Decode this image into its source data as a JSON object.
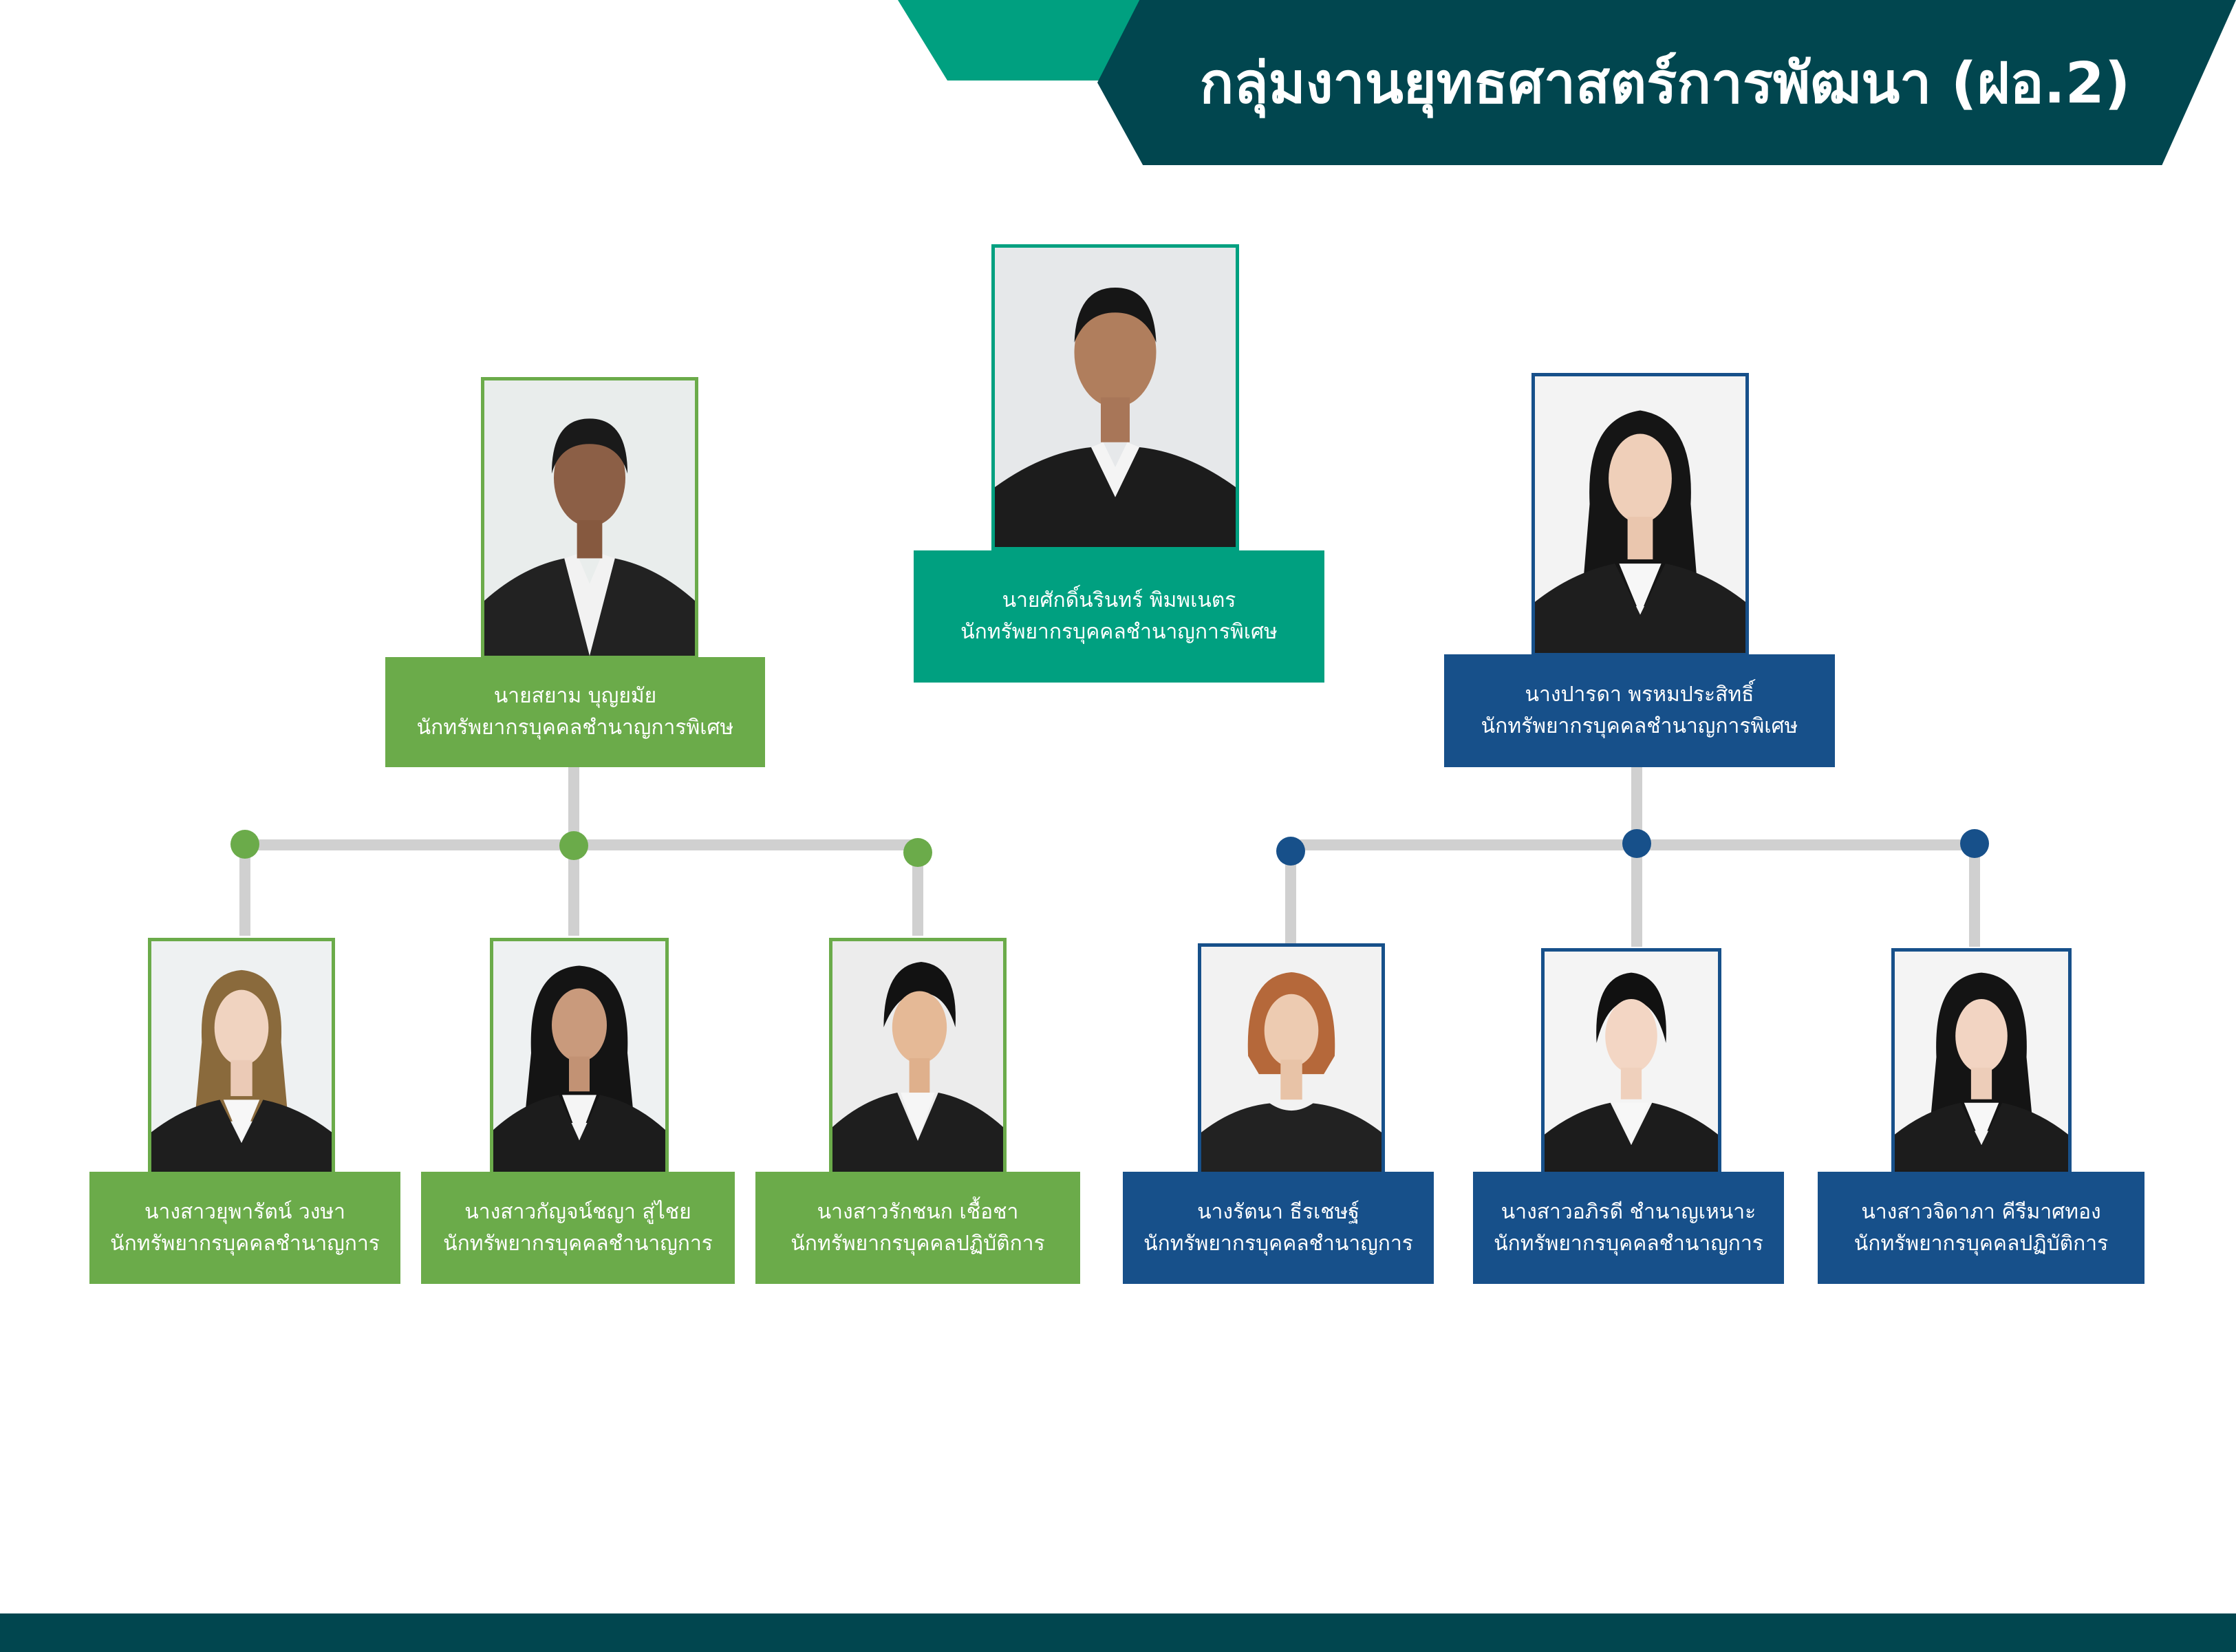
{
  "header": {
    "title": "กลุ่มงานยุทธศาสตร์การพัฒนา (ฝอ.2)"
  },
  "colors": {
    "banner": "#01464f",
    "banner_accent": "#00a080",
    "left_team": "#6bab4a",
    "head": "#00a080",
    "right_team": "#17508a",
    "connector": "#d0d0d0"
  },
  "head": {
    "name": "นายศักดิ์นรินทร์ พิมพเนตร",
    "position": "นักทรัพยากรบุคคลชำนาญการพิเศษ"
  },
  "left_team": {
    "leader": {
      "name": "นายสยาม บุญยมัย",
      "position": "นักทรัพยากรบุคคลชำนาญการพิเศษ"
    },
    "members": [
      {
        "name": "นางสาวยุพารัตน์ วงษา",
        "position": "นักทรัพยากรบุคคลชำนาญการ"
      },
      {
        "name": "นางสาวกัญจน์ชญา สู่ไชย",
        "position": "นักทรัพยากรบุคคลชำนาญการ"
      },
      {
        "name": "นางสาวรักชนก เชื้อชา",
        "position": "นักทรัพยากรบุคคลปฏิบัติการ"
      }
    ]
  },
  "right_team": {
    "leader": {
      "name": "นางปารดา พรหมประสิทธิ์",
      "position": "นักทรัพยากรบุคคลชำนาญการพิเศษ"
    },
    "members": [
      {
        "name": "นางรัตนา ธีรเชษฐ์",
        "position": "นักทรัพยากรบุคคลชำนาญการ"
      },
      {
        "name": "นางสาวอภิรดี ชำนาญเหนาะ",
        "position": "นักทรัพยากรบุคคลชำนาญการ"
      },
      {
        "name": "นางสาวจิดาภา คีรีมาศทอง",
        "position": "นักทรัพยากรบุคคลปฏิบัติการ"
      }
    ]
  }
}
